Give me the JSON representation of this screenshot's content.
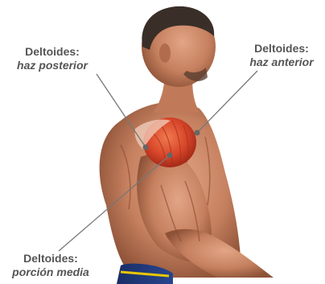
{
  "labels": {
    "posterior": {
      "title": "Deltoides:",
      "sub": "haz posterior"
    },
    "anterior": {
      "title": "Deltoides:",
      "sub": "haz anterior"
    },
    "media": {
      "title": "Deltoides:",
      "sub": "porción media"
    }
  },
  "colors": {
    "text": "#555555",
    "leader": "#777777",
    "skin": "#c9876a",
    "deltoid": "#d94a2a",
    "hair": "#3a2e28"
  }
}
